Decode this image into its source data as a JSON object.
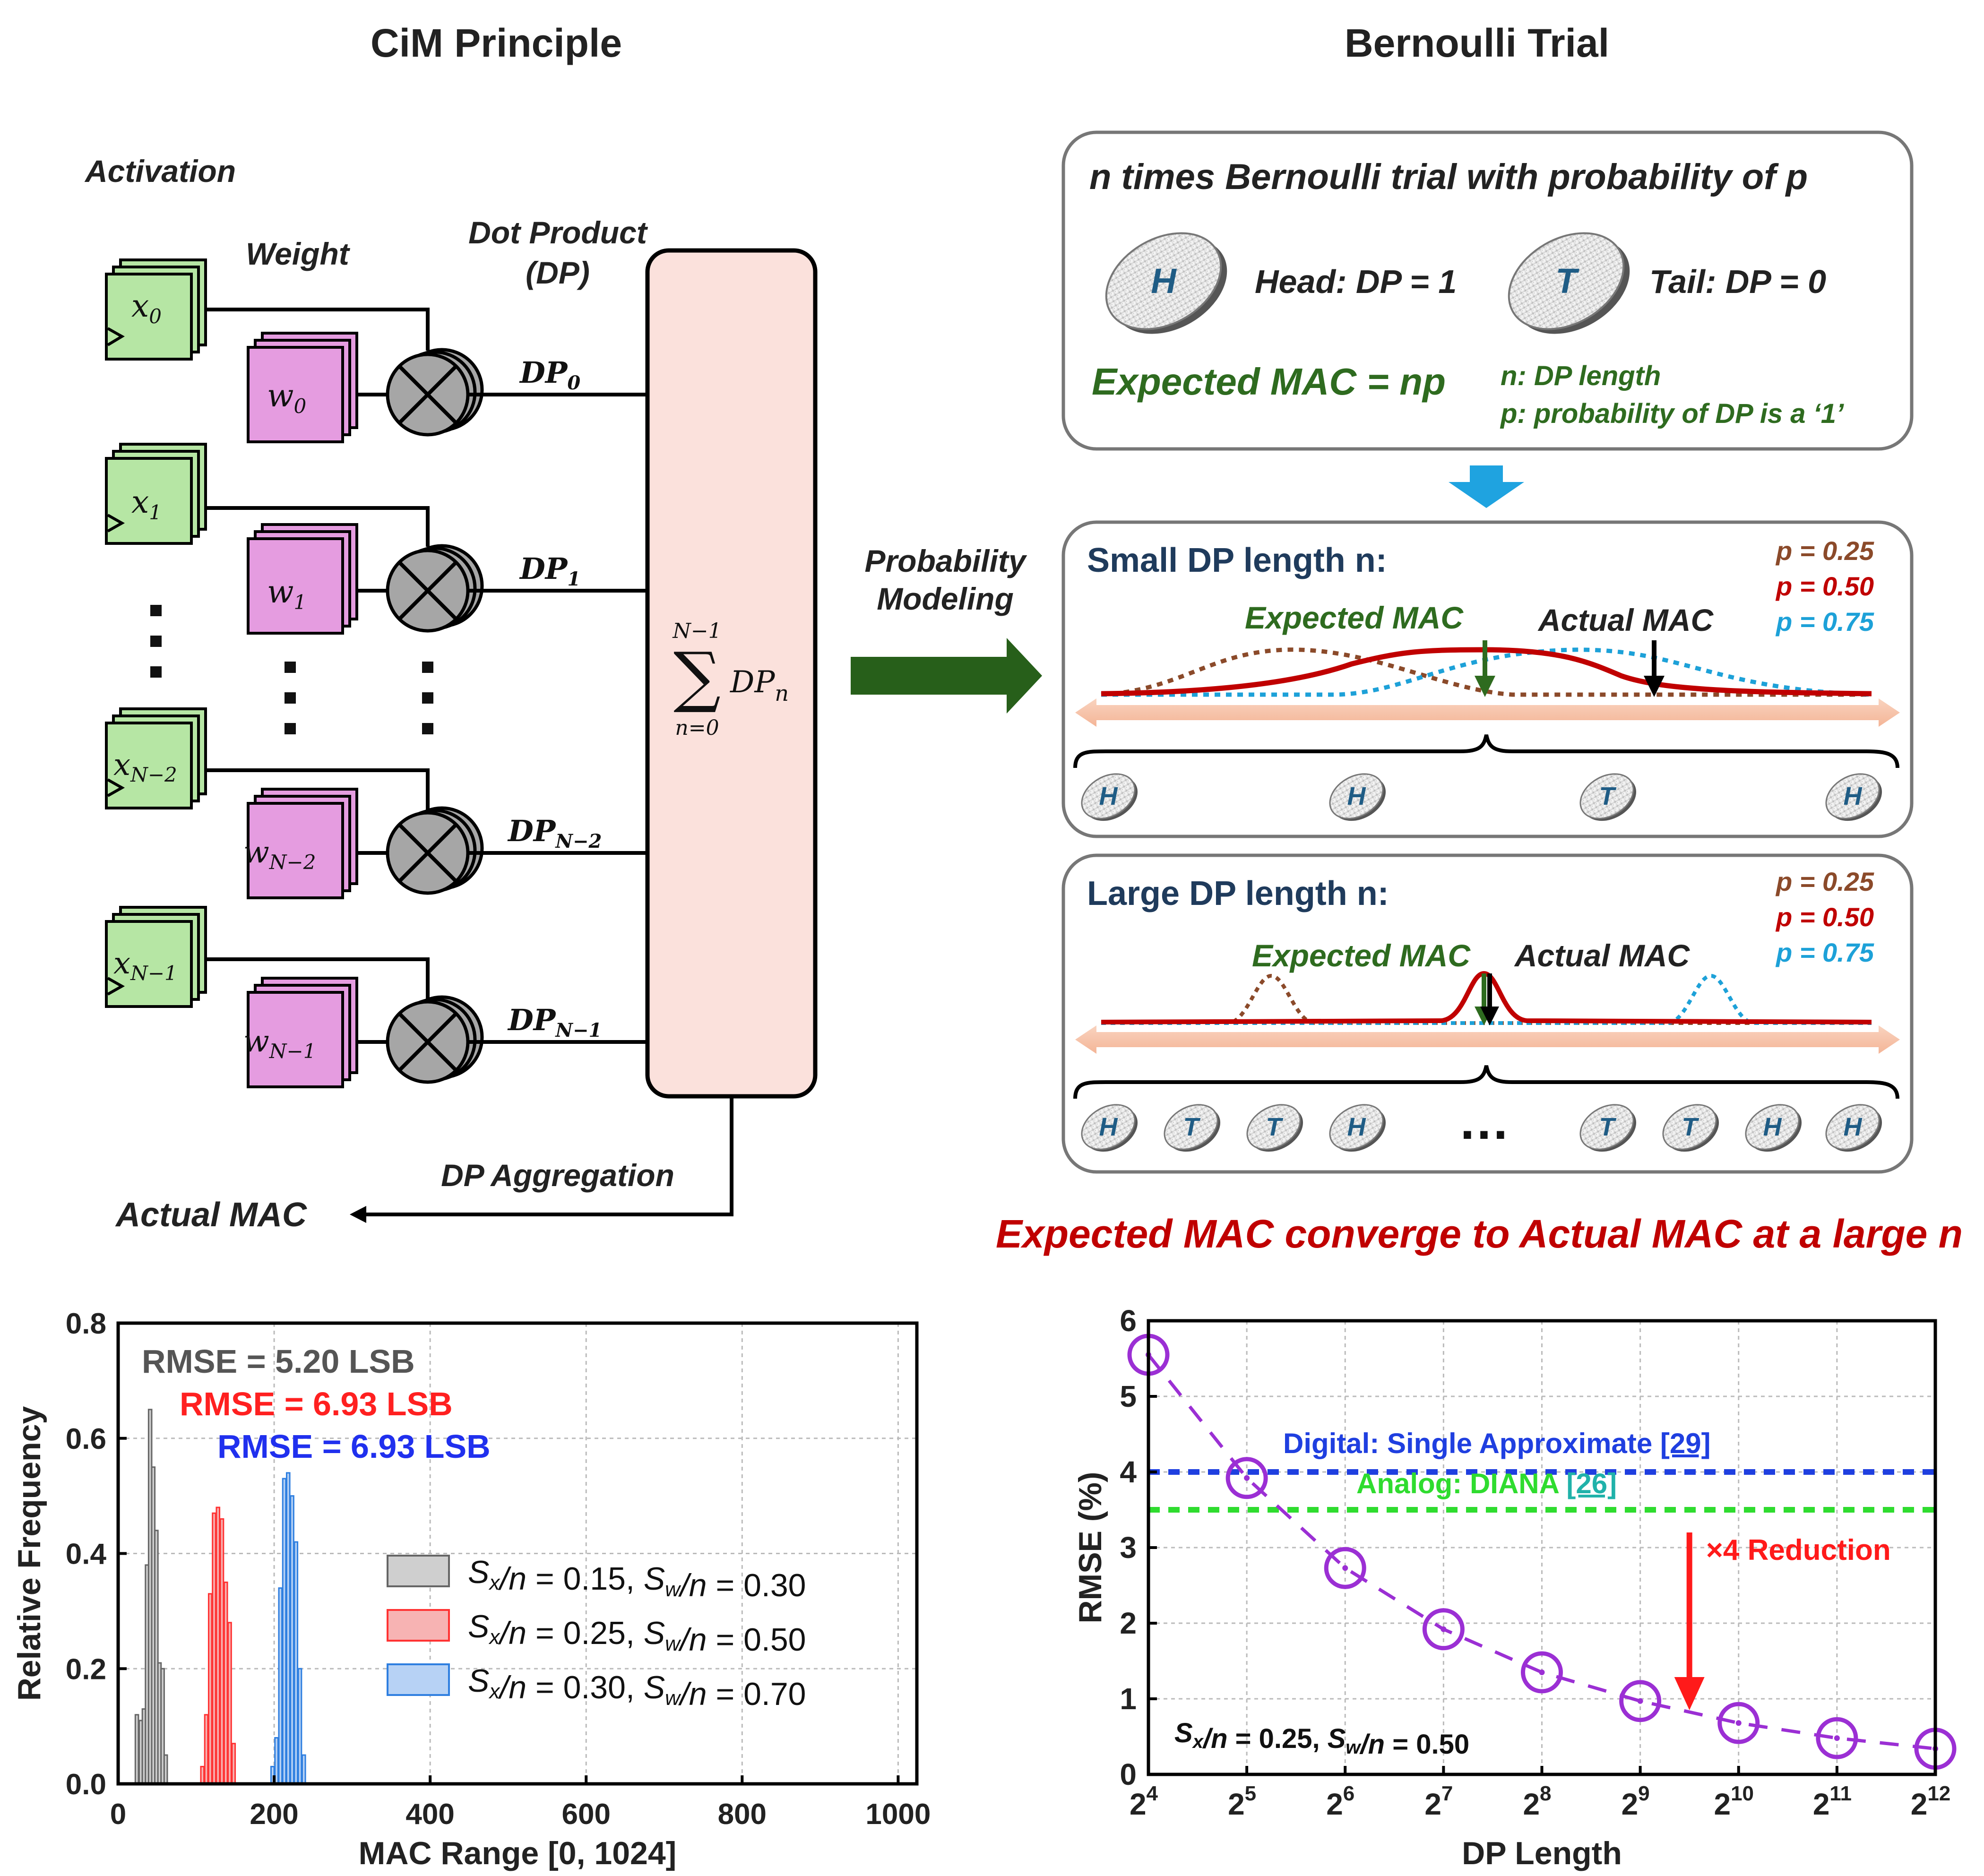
{
  "left_title": "CiM Principle",
  "right_title": "Bernoulli Trial",
  "cim": {
    "activation_label": "Activation",
    "weight_label": "Weight",
    "dp_label_line1": "Dot Product",
    "dp_label_line2": "(DP)",
    "x_base": "x",
    "x_subs": [
      "0",
      "1",
      "N−2",
      "N−1"
    ],
    "w_base": "w",
    "w_subs": [
      "0",
      "1",
      "N−2",
      "N−1"
    ],
    "dp_base": "DP",
    "dp_subs": [
      "0",
      "1",
      "N−2",
      "N−1"
    ],
    "sum_top": "N−1",
    "sum_symbol": "∑",
    "sum_bottom": "n=0",
    "sum_term": "DP",
    "sum_term_sub": "n",
    "aggregation_label": "DP Aggregation",
    "actual_mac_label": "Actual MAC",
    "prob_model_line1": "Probability",
    "prob_model_line2": "Modeling"
  },
  "bernoulli": {
    "heading": "n times Bernoulli trial with probability of p",
    "head_letter": "H",
    "tail_letter": "T",
    "head_label": "Head: DP = 1",
    "tail_label": "Tail: DP = 0",
    "expected_formula": "Expected MAC = np",
    "n_def": "n: DP length",
    "p_def": "p: probability of DP is a ‘1’"
  },
  "small_panel": {
    "title": "Small DP length n:",
    "p_labels": [
      "p = 0.25",
      "p = 0.50",
      "p = 0.75"
    ],
    "expected_label": "Expected MAC",
    "actual_label": "Actual MAC",
    "coins": [
      "H",
      "H",
      "T",
      "H"
    ]
  },
  "large_panel": {
    "title": "Large DP length n:",
    "p_labels": [
      "p = 0.25",
      "p = 0.50",
      "p = 0.75"
    ],
    "expected_label": "Expected MAC",
    "actual_label": "Actual MAC",
    "coins_left": [
      "H",
      "T",
      "T",
      "H"
    ],
    "ellipsis": "…",
    "coins_right": [
      "T",
      "T",
      "H",
      "H"
    ]
  },
  "converge_text": "Expected MAC converge to Actual MAC at a large n",
  "colors": {
    "green_box": "#b6e6a4",
    "pink_box": "#e59ce0",
    "sum_box": "#fbe1dc",
    "dark_green": "#2e6b1f",
    "arrow_green": "#275f1a",
    "navy": "#1f3b5c",
    "brown": "#8b4a2a",
    "red": "#c00000",
    "cyan": "#1da1d8",
    "axis_peach": "#f7c5ab",
    "down_arrow": "#1fa3e0",
    "gray_hist": "#666666",
    "red_hist": "#ff3333",
    "blue_hist": "#2f7fe0",
    "purple": "#9b2fd4",
    "dig_blue": "#1f3fe0",
    "ana_green": "#2fdc2f",
    "arrow_red": "#ff1a1a"
  },
  "chart_data": [
    {
      "type": "histogram",
      "xlabel": "MAC Range [0, 1024]",
      "ylabel": "Relative Frequency",
      "xlim": [
        0,
        1024
      ],
      "ylim": [
        0,
        0.8
      ],
      "xticks": [
        "0",
        "200",
        "400",
        "600",
        "800",
        "1000"
      ],
      "yticks": [
        "0.0",
        "0.2",
        "0.4",
        "0.6",
        "0.8"
      ],
      "grid": true,
      "rmse_labels": [
        "RMSE = 5.20 LSB",
        "RMSE = 6.93 LSB",
        "RMSE = 6.93 LSB"
      ],
      "legend_placement": "center-right",
      "series": [
        {
          "name": "Sx/n = 0.15, Sw/n = 0.30",
          "legend_a": "0.15",
          "legend_b": "0.30",
          "color": "#666666",
          "bins": [
            [
              22,
              0.12
            ],
            [
              27,
              0.11
            ],
            [
              31,
              0.13
            ],
            [
              35,
              0.38
            ],
            [
              39,
              0.65
            ],
            [
              43,
              0.55
            ],
            [
              47,
              0.44
            ],
            [
              51,
              0.21
            ],
            [
              55,
              0.2
            ],
            [
              59,
              0.05
            ]
          ]
        },
        {
          "name": "Sx/n = 0.25, Sw/n = 0.50",
          "legend_a": "0.25",
          "legend_b": "0.50",
          "color": "#ff3333",
          "bins": [
            [
              106,
              0.03
            ],
            [
              111,
              0.12
            ],
            [
              116,
              0.33
            ],
            [
              121,
              0.47
            ],
            [
              126,
              0.48
            ],
            [
              131,
              0.46
            ],
            [
              136,
              0.35
            ],
            [
              141,
              0.28
            ],
            [
              146,
              0.07
            ]
          ]
        },
        {
          "name": "Sx/n = 0.30, Sw/n = 0.70",
          "legend_a": "0.30",
          "legend_b": "0.70",
          "color": "#2f7fe0",
          "bins": [
            [
              196,
              0.03
            ],
            [
              201,
              0.08
            ],
            [
              206,
              0.34
            ],
            [
              211,
              0.53
            ],
            [
              216,
              0.54
            ],
            [
              221,
              0.5
            ],
            [
              226,
              0.42
            ],
            [
              231,
              0.2
            ],
            [
              236,
              0.05
            ]
          ]
        }
      ]
    },
    {
      "type": "line",
      "xlabel": "DP Length",
      "ylabel": "RMSE (%)",
      "x_exponents": [
        4,
        5,
        6,
        7,
        8,
        9,
        10,
        11,
        12
      ],
      "x": [
        16,
        32,
        64,
        128,
        256,
        512,
        1024,
        2048,
        4096
      ],
      "ylim": [
        0,
        6
      ],
      "yticks": [
        "0",
        "1",
        "2",
        "3",
        "4",
        "5",
        "6"
      ],
      "grid": true,
      "series": [
        {
          "name": "",
          "values": [
            5.55,
            3.92,
            2.73,
            1.92,
            1.35,
            0.97,
            0.68,
            0.48,
            0.34
          ]
        }
      ],
      "reference_lines": [
        {
          "label": "Digital: Single Approximate",
          "ref": "[29]",
          "value": 4.0,
          "color": "#1f3fe0"
        },
        {
          "label": "Analog: DIANA",
          "ref": "[26]",
          "value": 3.5,
          "color": "#2fdc2f"
        }
      ],
      "annotation": "×4 Reduction",
      "annotation_x_exp": 9.5,
      "annotation_from": 3.2,
      "annotation_to": 0.85,
      "condition_a": "0.25",
      "condition_b": "0.50"
    }
  ]
}
